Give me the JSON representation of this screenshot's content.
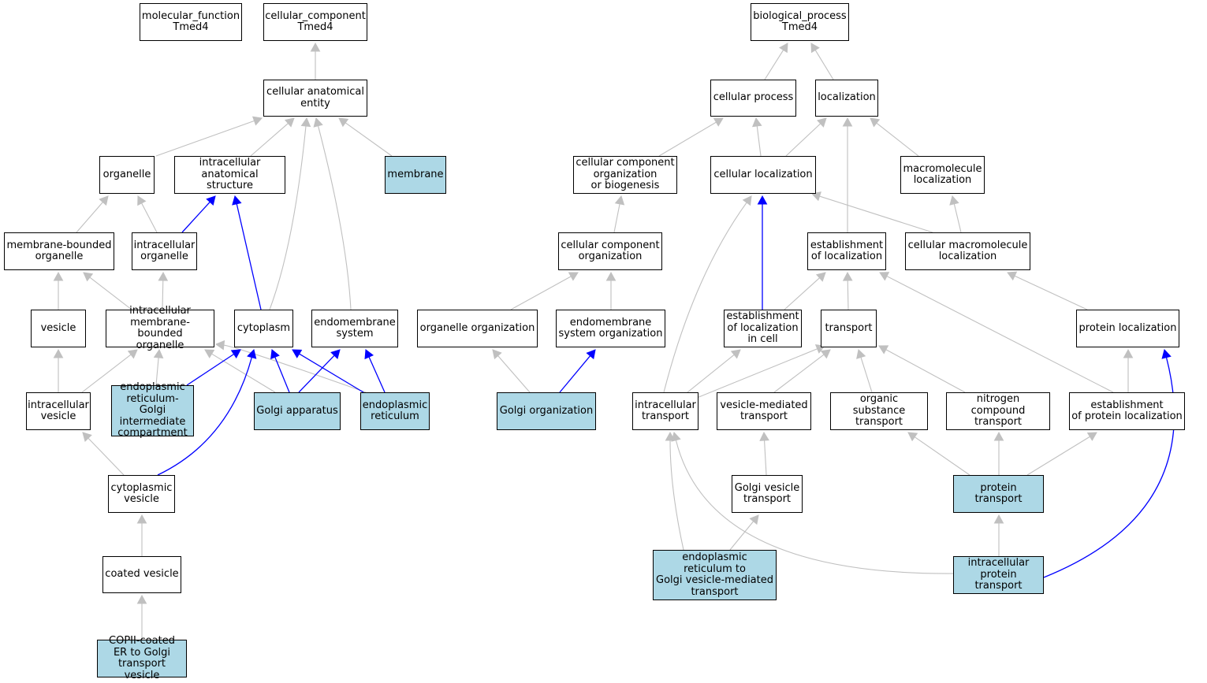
{
  "colors": {
    "highlight": "#add8e6",
    "grey_edge": "#c0c0c0",
    "blue_edge": "#0000ff"
  },
  "nodes": {
    "mf_tmed4": {
      "label": "molecular_function\nTmed4",
      "hl": false
    },
    "cc_tmed4": {
      "label": "cellular_component\nTmed4",
      "hl": false
    },
    "bp_tmed4": {
      "label": "biological_process\nTmed4",
      "hl": false
    },
    "cell_anat": {
      "label": "cellular anatomical\nentity",
      "hl": false
    },
    "organelle": {
      "label": "organelle",
      "hl": false
    },
    "ic_anat": {
      "label": "intracellular\nanatomical structure",
      "hl": false
    },
    "membrane": {
      "label": "membrane",
      "hl": true
    },
    "mb_org": {
      "label": "membrane-bounded\norganelle",
      "hl": false
    },
    "ic_org": {
      "label": "intracellular\norganelle",
      "hl": false
    },
    "vesicle": {
      "label": "vesicle",
      "hl": false
    },
    "ic_mb_org": {
      "label": "intracellular\nmembrane-bounded\norganelle",
      "hl": false
    },
    "cytoplasm": {
      "label": "cytoplasm",
      "hl": false
    },
    "endomem": {
      "label": "endomembrane\nsystem",
      "hl": false
    },
    "ic_vesicle": {
      "label": "intracellular\nvesicle",
      "hl": false
    },
    "ergic": {
      "label": "endoplasmic\nreticulum-Golgi\nintermediate\ncompartment",
      "hl": true
    },
    "golgi_app": {
      "label": "Golgi apparatus",
      "hl": true
    },
    "er": {
      "label": "endoplasmic\nreticulum",
      "hl": true
    },
    "cyto_ves": {
      "label": "cytoplasmic\nvesicle",
      "hl": false
    },
    "coated_ves": {
      "label": "coated vesicle",
      "hl": false
    },
    "copii": {
      "label": "COPII-coated\nER to Golgi\ntransport vesicle",
      "hl": true
    },
    "cell_proc": {
      "label": "cellular process",
      "hl": false
    },
    "localization": {
      "label": "localization",
      "hl": false
    },
    "ccob": {
      "label": "cellular component\norganization\nor biogenesis",
      "hl": false
    },
    "cell_loc": {
      "label": "cellular localization",
      "hl": false
    },
    "macro_loc": {
      "label": "macromolecule\nlocalization",
      "hl": false
    },
    "cc_org": {
      "label": "cellular component\norganization",
      "hl": false
    },
    "est_loc": {
      "label": "establishment\nof localization",
      "hl": false
    },
    "cell_macro_loc": {
      "label": "cellular macromolecule\nlocalization",
      "hl": false
    },
    "organelle_org": {
      "label": "organelle organization",
      "hl": false
    },
    "endomem_org": {
      "label": "endomembrane\nsystem organization",
      "hl": false
    },
    "est_loc_cell": {
      "label": "establishment\nof localization\nin cell",
      "hl": false
    },
    "transport": {
      "label": "transport",
      "hl": false
    },
    "prot_loc": {
      "label": "protein localization",
      "hl": false
    },
    "golgi_org": {
      "label": "Golgi organization",
      "hl": true
    },
    "ic_transport": {
      "label": "intracellular\ntransport",
      "hl": false
    },
    "ves_transport": {
      "label": "vesicle-mediated\ntransport",
      "hl": false
    },
    "org_sub_transport": {
      "label": "organic substance\ntransport",
      "hl": false
    },
    "nitro_transport": {
      "label": "nitrogen compound\ntransport",
      "hl": false
    },
    "est_prot_loc": {
      "label": "establishment\nof protein localization",
      "hl": false
    },
    "golgi_ves_transport": {
      "label": "Golgi vesicle\ntransport",
      "hl": false
    },
    "prot_transport": {
      "label": "protein transport",
      "hl": true
    },
    "er_golgi_transport": {
      "label": "endoplasmic\nreticulum to\nGolgi vesicle-mediated\ntransport",
      "hl": true
    },
    "ic_prot_transport": {
      "label": "intracellular\nprotein transport",
      "hl": true
    }
  },
  "edges": [
    {
      "from": "cell_anat",
      "to": "cc_tmed4",
      "color": "grey"
    },
    {
      "from": "organelle",
      "to": "cell_anat",
      "color": "grey"
    },
    {
      "from": "ic_anat",
      "to": "cell_anat",
      "color": "grey"
    },
    {
      "from": "membrane",
      "to": "cell_anat",
      "color": "grey"
    },
    {
      "from": "cytoplasm",
      "to": "cell_anat",
      "color": "grey"
    },
    {
      "from": "endomem",
      "to": "cell_anat",
      "color": "grey"
    },
    {
      "from": "mb_org",
      "to": "organelle",
      "color": "grey"
    },
    {
      "from": "ic_org",
      "to": "organelle",
      "color": "grey"
    },
    {
      "from": "ic_org",
      "to": "ic_anat",
      "color": "blue"
    },
    {
      "from": "cytoplasm",
      "to": "ic_anat",
      "color": "blue"
    },
    {
      "from": "vesicle",
      "to": "mb_org",
      "color": "grey"
    },
    {
      "from": "ic_mb_org",
      "to": "mb_org",
      "color": "grey"
    },
    {
      "from": "ic_mb_org",
      "to": "ic_org",
      "color": "grey"
    },
    {
      "from": "ic_vesicle",
      "to": "vesicle",
      "color": "grey"
    },
    {
      "from": "ic_vesicle",
      "to": "ic_mb_org",
      "color": "grey"
    },
    {
      "from": "ergic",
      "to": "ic_mb_org",
      "color": "grey"
    },
    {
      "from": "golgi_app",
      "to": "ic_mb_org",
      "color": "grey"
    },
    {
      "from": "er",
      "to": "ic_mb_org",
      "color": "grey"
    },
    {
      "from": "ergic",
      "to": "cytoplasm",
      "color": "blue"
    },
    {
      "from": "golgi_app",
      "to": "cytoplasm",
      "color": "blue"
    },
    {
      "from": "er",
      "to": "cytoplasm",
      "color": "blue"
    },
    {
      "from": "cyto_ves",
      "to": "cytoplasm",
      "color": "blue"
    },
    {
      "from": "golgi_app",
      "to": "endomem",
      "color": "blue"
    },
    {
      "from": "er",
      "to": "endomem",
      "color": "blue"
    },
    {
      "from": "cyto_ves",
      "to": "ic_vesicle",
      "color": "grey"
    },
    {
      "from": "coated_ves",
      "to": "cyto_ves",
      "color": "grey"
    },
    {
      "from": "copii",
      "to": "coated_ves",
      "color": "grey"
    },
    {
      "from": "cell_proc",
      "to": "bp_tmed4",
      "color": "grey"
    },
    {
      "from": "localization",
      "to": "bp_tmed4",
      "color": "grey"
    },
    {
      "from": "ccob",
      "to": "cell_proc",
      "color": "grey"
    },
    {
      "from": "cell_loc",
      "to": "cell_proc",
      "color": "grey"
    },
    {
      "from": "cell_loc",
      "to": "localization",
      "color": "grey"
    },
    {
      "from": "est_loc",
      "to": "localization",
      "color": "grey"
    },
    {
      "from": "macro_loc",
      "to": "localization",
      "color": "grey"
    },
    {
      "from": "cc_org",
      "to": "ccob",
      "color": "grey"
    },
    {
      "from": "cell_macro_loc",
      "to": "cell_loc",
      "color": "grey"
    },
    {
      "from": "cell_macro_loc",
      "to": "macro_loc",
      "color": "grey"
    },
    {
      "from": "organelle_org",
      "to": "cc_org",
      "color": "grey"
    },
    {
      "from": "endomem_org",
      "to": "cc_org",
      "color": "grey"
    },
    {
      "from": "est_loc_cell",
      "to": "cell_loc",
      "color": "blue"
    },
    {
      "from": "est_loc_cell",
      "to": "est_loc",
      "color": "grey"
    },
    {
      "from": "transport",
      "to": "est_loc",
      "color": "grey"
    },
    {
      "from": "est_prot_loc",
      "to": "est_loc",
      "color": "grey"
    },
    {
      "from": "prot_loc",
      "to": "cell_macro_loc",
      "color": "grey"
    },
    {
      "from": "golgi_org",
      "to": "organelle_org",
      "color": "grey"
    },
    {
      "from": "golgi_org",
      "to": "endomem_org",
      "color": "blue"
    },
    {
      "from": "ic_transport",
      "to": "cell_loc",
      "color": "grey"
    },
    {
      "from": "ic_transport",
      "to": "est_loc_cell",
      "color": "grey"
    },
    {
      "from": "ic_transport",
      "to": "transport",
      "color": "grey"
    },
    {
      "from": "ves_transport",
      "to": "transport",
      "color": "grey"
    },
    {
      "from": "org_sub_transport",
      "to": "transport",
      "color": "grey"
    },
    {
      "from": "nitro_transport",
      "to": "transport",
      "color": "grey"
    },
    {
      "from": "est_prot_loc",
      "to": "prot_loc",
      "color": "grey"
    },
    {
      "from": "golgi_ves_transport",
      "to": "ves_transport",
      "color": "grey"
    },
    {
      "from": "prot_transport",
      "to": "org_sub_transport",
      "color": "grey"
    },
    {
      "from": "prot_transport",
      "to": "nitro_transport",
      "color": "grey"
    },
    {
      "from": "prot_transport",
      "to": "est_prot_loc",
      "color": "grey"
    },
    {
      "from": "er_golgi_transport",
      "to": "golgi_ves_transport",
      "color": "grey"
    },
    {
      "from": "er_golgi_transport",
      "to": "ic_transport",
      "color": "grey"
    },
    {
      "from": "ic_prot_transport",
      "to": "ic_transport",
      "color": "grey"
    },
    {
      "from": "ic_prot_transport",
      "to": "prot_transport",
      "color": "grey"
    },
    {
      "from": "ic_prot_transport",
      "to": "prot_loc",
      "color": "blue"
    }
  ]
}
